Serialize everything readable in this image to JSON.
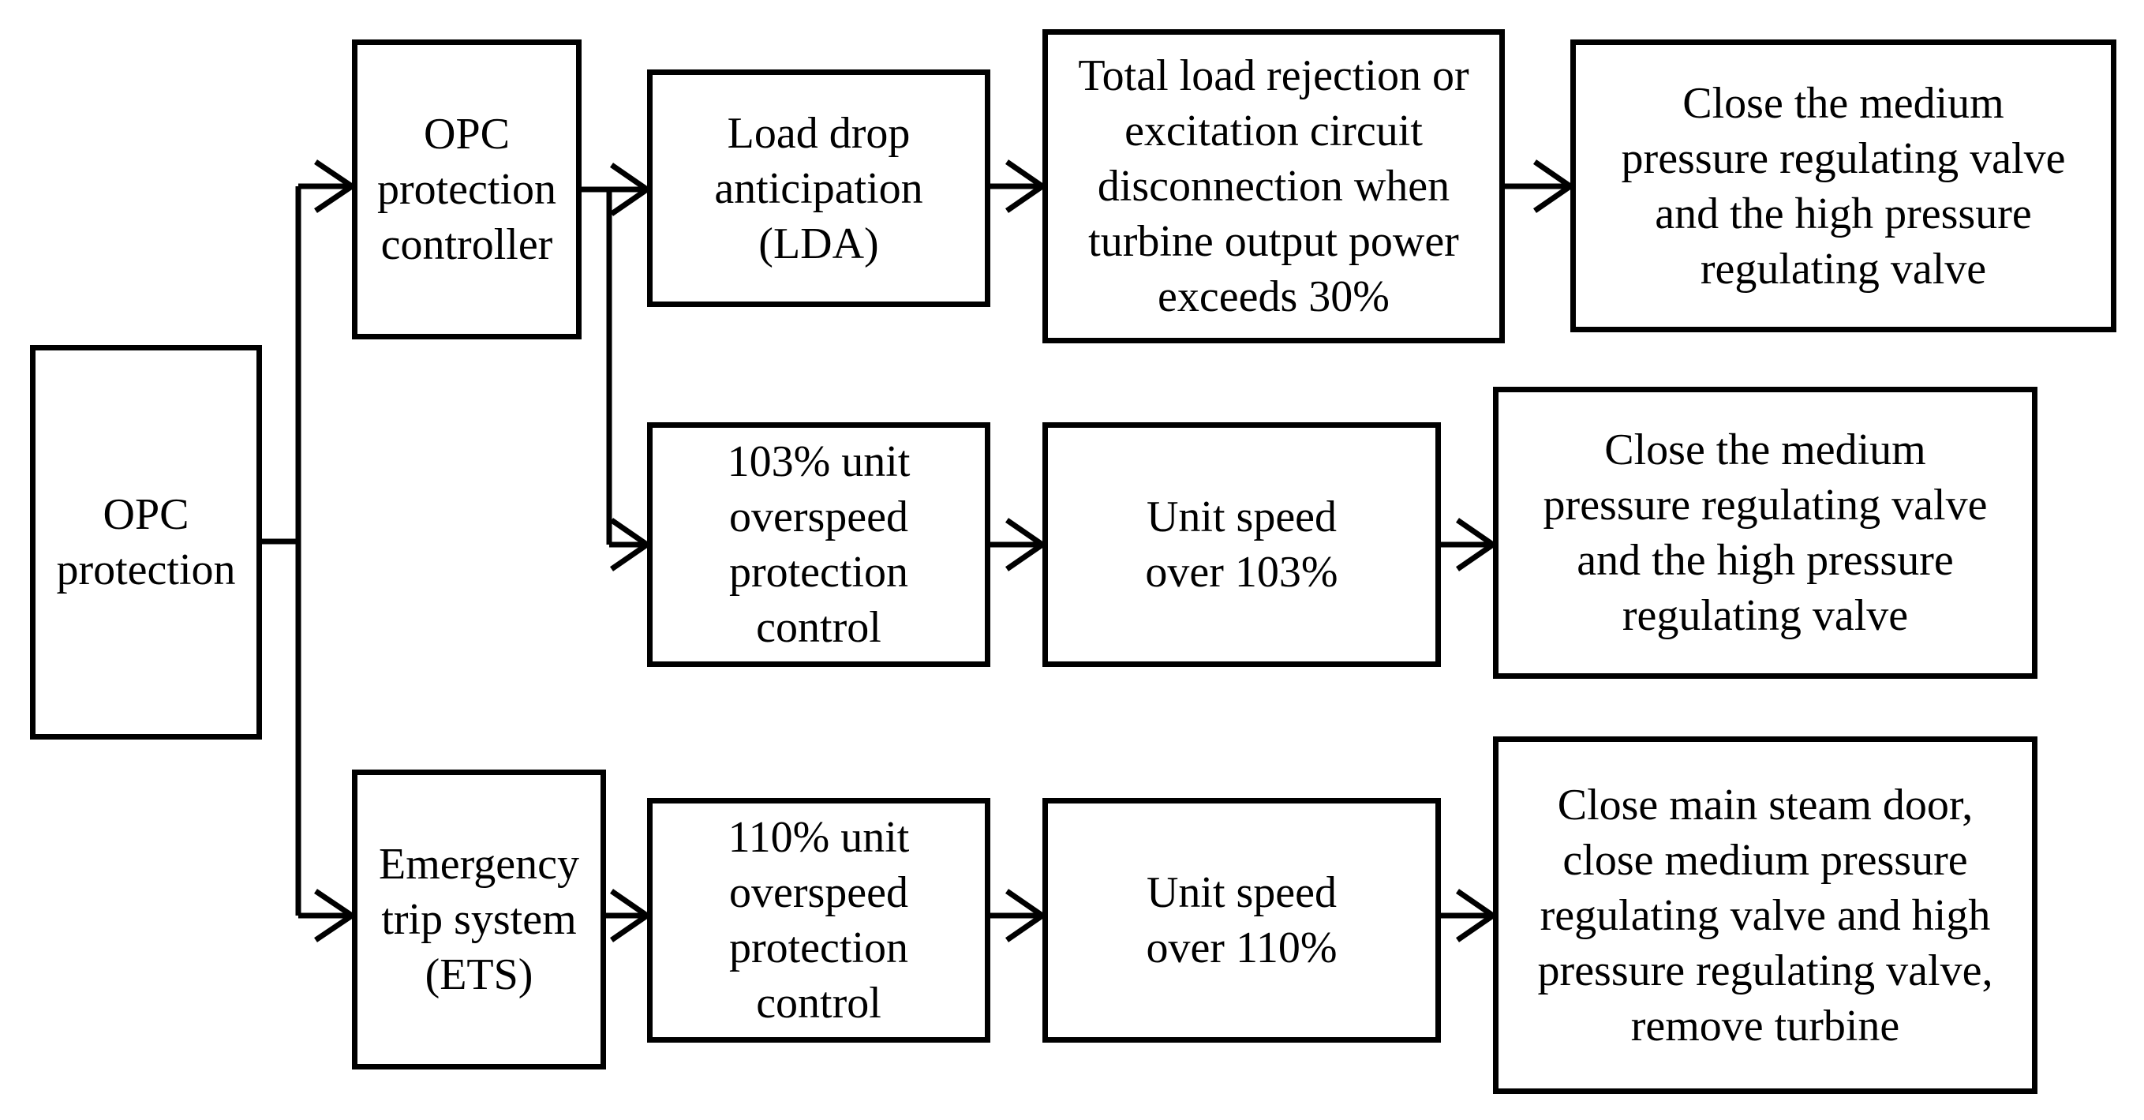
{
  "nodes": {
    "opc_protection": "OPC\nprotection",
    "opc_controller": "OPC\nprotection\ncontroller",
    "ets": "Emergency\ntrip system\n(ETS)",
    "lda": "Load drop\nanticipation\n(LDA)",
    "load_rejection_condition": "Total load rejection or\nexcitation circuit\ndisconnection when\nturbine output power\nexceeds 30%",
    "close_valves_1": "Close the medium\npressure regulating valve\nand the high pressure\nregulating valve",
    "overspeed_103_control": "103% unit\noverspeed\nprotection\ncontrol",
    "speed_over_103": "Unit speed\nover 103%",
    "close_valves_2": "Close the medium\npressure regulating valve\nand the high pressure\nregulating valve",
    "overspeed_110_control": "110% unit\noverspeed\nprotection\ncontrol",
    "speed_over_110": "Unit speed\nover 110%",
    "close_all_remove_turbine": "Close main steam door,\nclose medium pressure\nregulating valve and high\npressure regulating valve,\nremove turbine"
  },
  "edges": [
    [
      "opc_protection",
      "opc_controller"
    ],
    [
      "opc_protection",
      "ets"
    ],
    [
      "opc_controller",
      "lda"
    ],
    [
      "opc_controller",
      "overspeed_103_control"
    ],
    [
      "lda",
      "load_rejection_condition"
    ],
    [
      "load_rejection_condition",
      "close_valves_1"
    ],
    [
      "overspeed_103_control",
      "speed_over_103"
    ],
    [
      "speed_over_103",
      "close_valves_2"
    ],
    [
      "ets",
      "overspeed_110_control"
    ],
    [
      "overspeed_110_control",
      "speed_over_110"
    ],
    [
      "speed_over_110",
      "close_all_remove_turbine"
    ]
  ]
}
